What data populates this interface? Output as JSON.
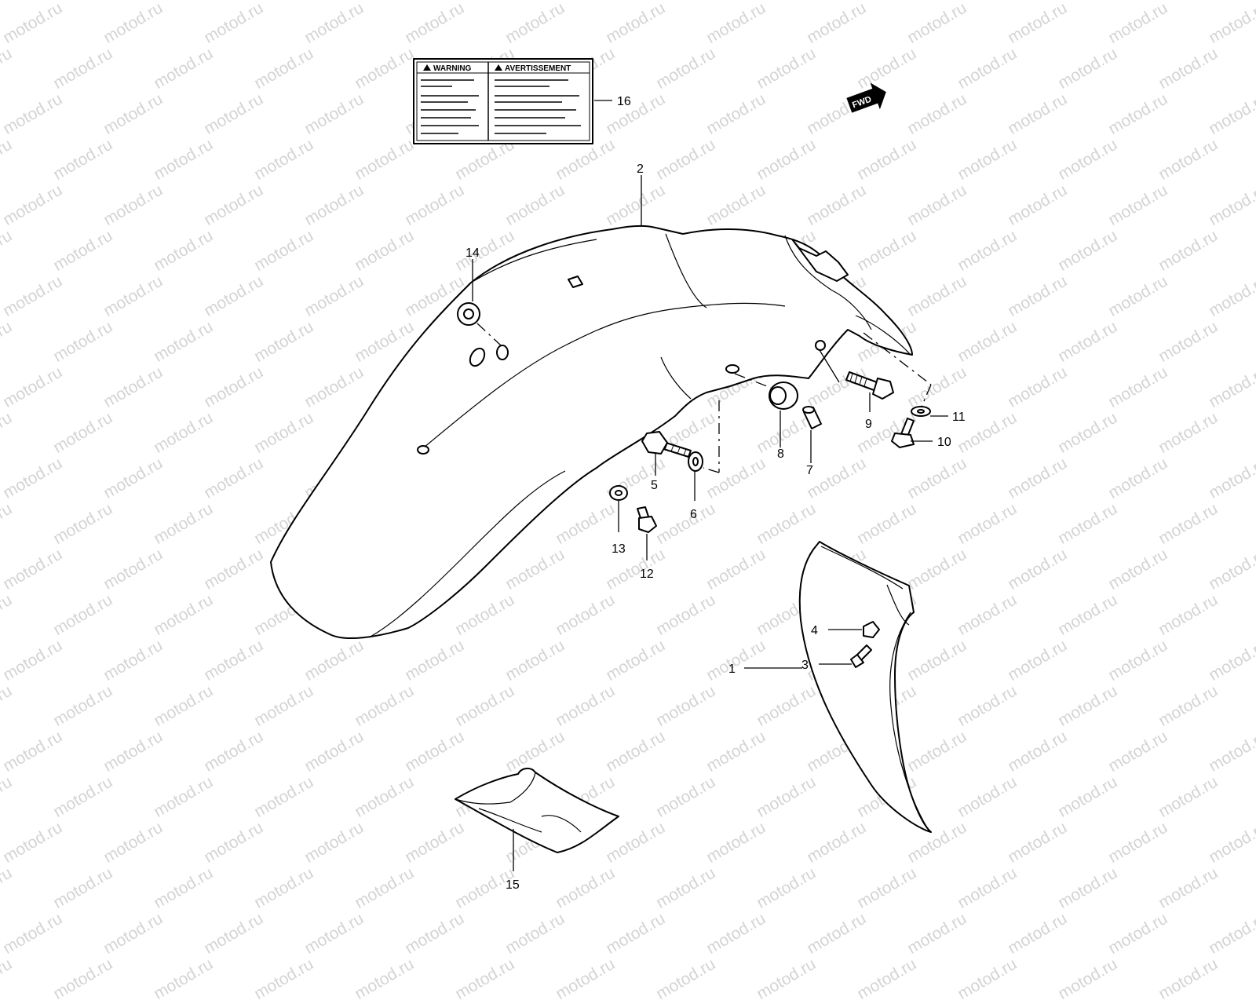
{
  "watermark": "motod.ru",
  "direction_arrow": {
    "text": "FWD"
  },
  "warning_label": {
    "left_heading": "WARNING",
    "right_heading": "AVERTISSEMENT"
  },
  "parts": [
    {
      "id": "part-1",
      "label": "1",
      "name": "inner-fender-panel"
    },
    {
      "id": "part-2",
      "label": "2",
      "name": "rear-fender"
    },
    {
      "id": "part-3",
      "label": "3",
      "name": "screw"
    },
    {
      "id": "part-4",
      "label": "4",
      "name": "nut"
    },
    {
      "id": "part-5",
      "label": "5",
      "name": "bolt"
    },
    {
      "id": "part-6",
      "label": "6",
      "name": "washer"
    },
    {
      "id": "part-7",
      "label": "7",
      "name": "spacer"
    },
    {
      "id": "part-8",
      "label": "8",
      "name": "cushion"
    },
    {
      "id": "part-9",
      "label": "9",
      "name": "bolt"
    },
    {
      "id": "part-10",
      "label": "10",
      "name": "bolt"
    },
    {
      "id": "part-11",
      "label": "11",
      "name": "washer"
    },
    {
      "id": "part-12",
      "label": "12",
      "name": "bolt"
    },
    {
      "id": "part-13",
      "label": "13",
      "name": "washer"
    },
    {
      "id": "part-14",
      "label": "14",
      "name": "grommet"
    },
    {
      "id": "part-15",
      "label": "15",
      "name": "tool-bag"
    },
    {
      "id": "part-16",
      "label": "16",
      "name": "warning-label"
    }
  ],
  "colors": {
    "line": "#000000",
    "background": "#ffffff",
    "watermark": "#d4d4d4"
  }
}
